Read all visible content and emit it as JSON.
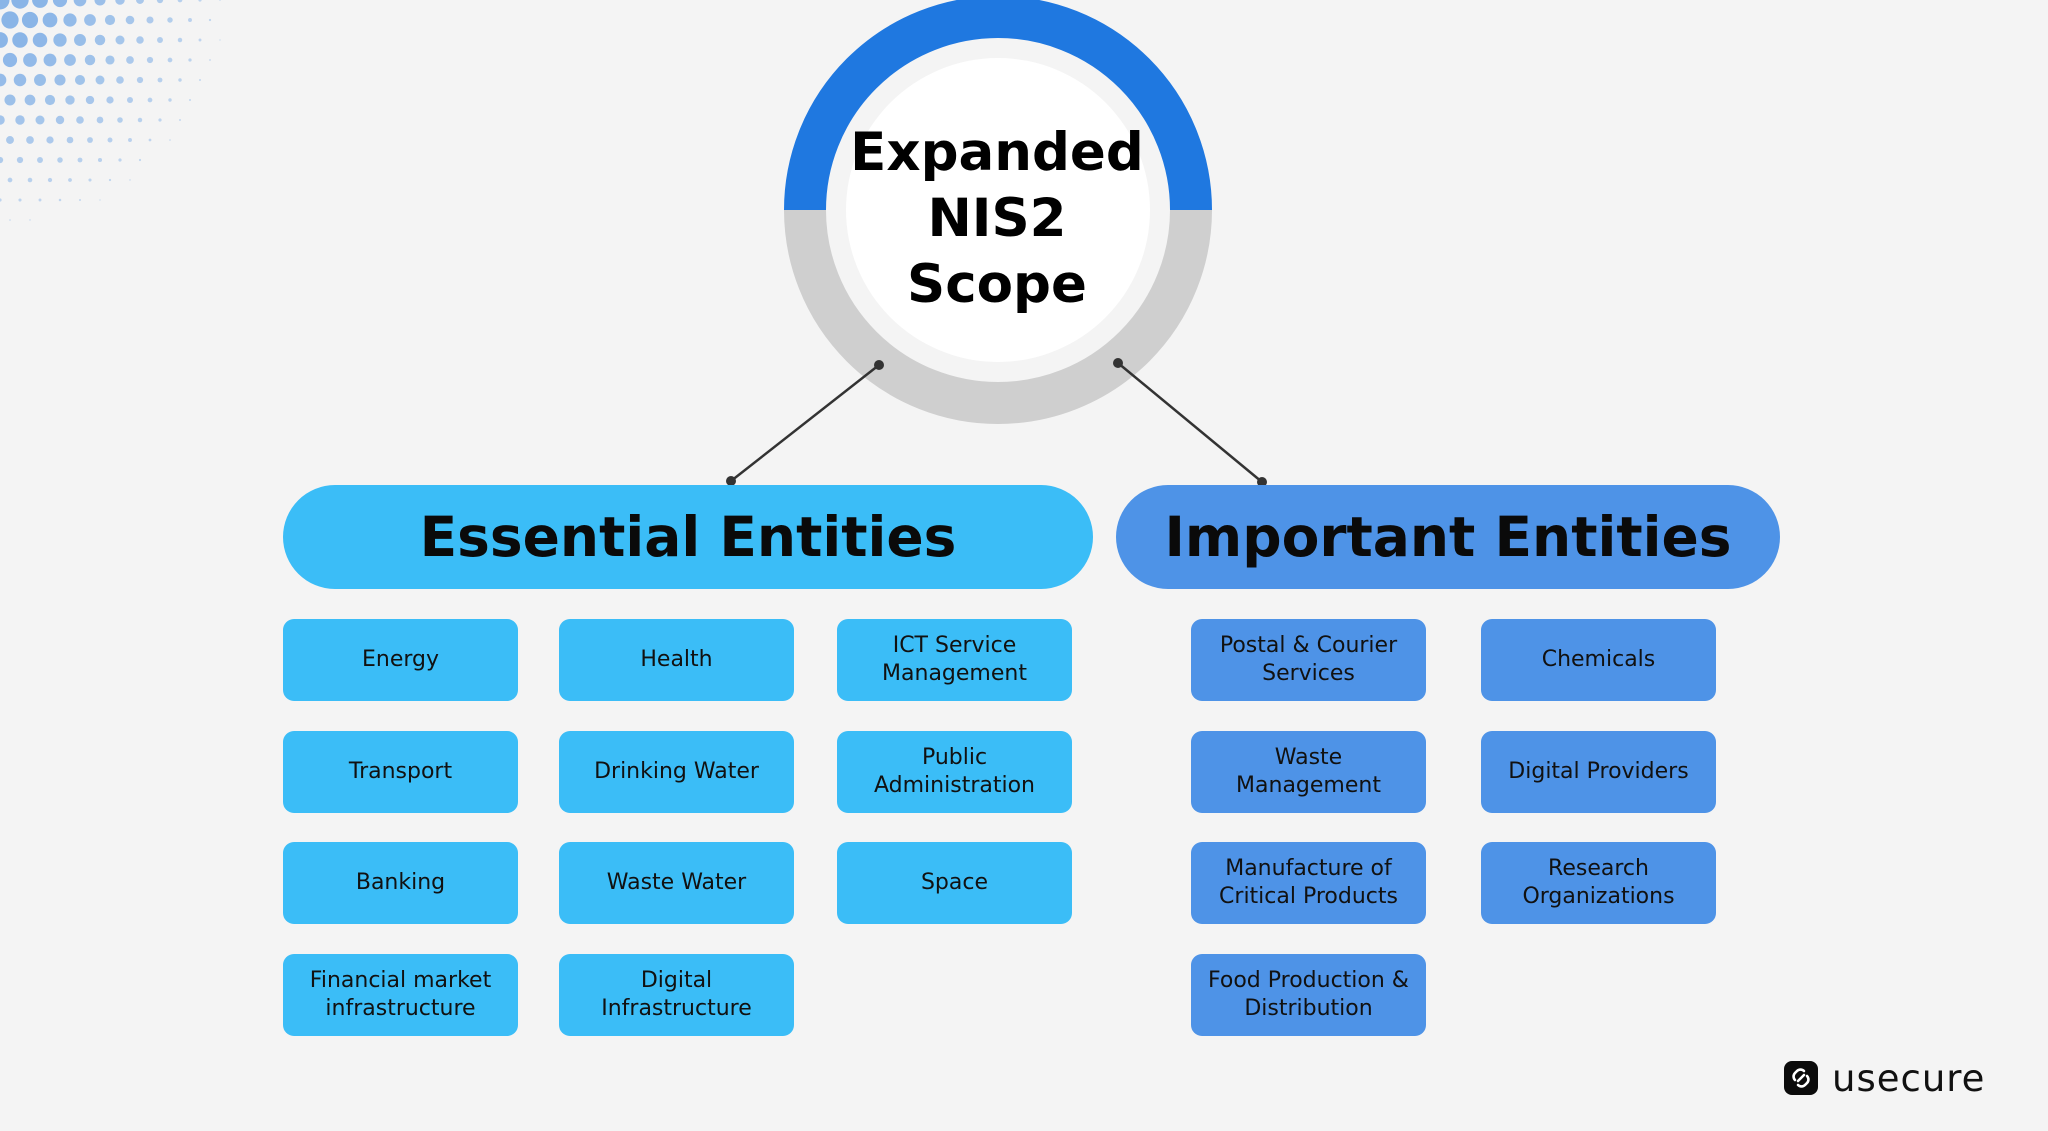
{
  "title": "Expanded\nNIS2\nScope",
  "colors": {
    "essential": "#3bbdf7",
    "important": "#4e93e7",
    "ring_top": "#1f78e0",
    "ring_bottom": "#cfcfcf",
    "background": "#f4f4f4"
  },
  "essential": {
    "label": "Essential Entities",
    "items": [
      "Energy",
      "Health",
      "ICT Service Management",
      "Transport",
      "Drinking Water",
      "Public Administration",
      "Banking",
      "Waste Water",
      "Space",
      "Financial market infrastructure",
      "Digital Infrastructure"
    ]
  },
  "important": {
    "label": "Important Entities",
    "items": [
      "Postal & Courier Services",
      "Chemicals",
      "Waste Management",
      "Digital Providers",
      "Manufacture of Critical Products",
      "Research Organizations",
      "Food Production & Distribution"
    ]
  },
  "logo": {
    "text": "usecure",
    "icon": "usecure-logo-icon"
  }
}
